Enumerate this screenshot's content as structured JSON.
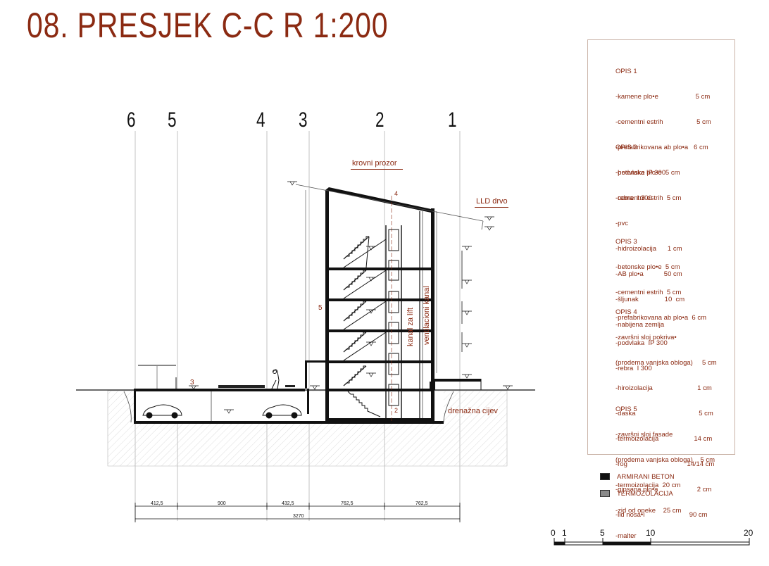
{
  "title": "08. PRESJEK C-C   R 1:200",
  "axes": [
    "6",
    "5",
    "4",
    "3",
    "2",
    "1"
  ],
  "labels": {
    "krovni_prozor": "krovni prozor",
    "lld_drvo": "LLD drvo",
    "kanal_za_lift": "kanal za lift",
    "ventilacioni_kanal": "ventilacioni kanal",
    "drenazna_cijev": "drenažna cijev",
    "mark_5": "5",
    "mark_3": "3",
    "mark_4": "4",
    "mark_2": "2"
  },
  "opis": [
    {
      "heading": "OPIS 1",
      "lines": [
        "-kamene plo•e                    5 cm",
        "-cementni estrih                  5 cm",
        "-prefabrikovana ab plo•a   6 cm",
        "-podvlaka IP 300",
        "-rebra  I 300"
      ]
    },
    {
      "heading": "OPIS 2",
      "lines": [
        "-betonske plo•e  5 cm",
        "-cementni estrih  5 cm",
        "-pvc",
        "-hidroizolacija      1 cm",
        "-AB plo•a           50 cm",
        "-šljunak              10  cm",
        "-nabijena zemlja"
      ]
    },
    {
      "heading": "OPIS 3",
      "lines": [
        "-betonske plo•e  5 cm",
        "-cementni estrih  5 cm",
        "-prefabrikovana ab plo•a  6 cm",
        "-podvlaka  IP 300",
        "-rebra  I 300"
      ]
    },
    {
      "heading": "OPIS 4",
      "lines": [
        "-završni sloj pokriva•",
        "(prodema vanjska obloga)     5 cm",
        "-hiroizolacija                        1 cm",
        "-daska                                  5 cm",
        "-termoizolacija                   14 cm",
        "-rog                                14/14 cm",
        "-gipsana plo•a                     2 cm",
        "-lld nosa•i                        90 cm"
      ]
    },
    {
      "heading": "OPIS 5",
      "lines": [
        "-završni sloj fasade",
        "(prodema vanjska obloga)    5 cm",
        "-termoizolacija  20 cm",
        "-zid od opeke    25 cm",
        "-malter"
      ]
    }
  ],
  "materials": [
    {
      "label": "ARMIRANI BETON",
      "color": "#111111"
    },
    {
      "label": "TERMOZOLACIJA",
      "color": "#8a8a8a"
    }
  ],
  "dimensions": {
    "spans": [
      "412,5",
      "900",
      "432,5",
      "762,5",
      "762,5"
    ],
    "total": "3270"
  },
  "scale_bar": [
    "0",
    "1",
    "5",
    "10",
    "20"
  ],
  "colors": {
    "accent": "#8b2a12",
    "line": "#111111"
  }
}
